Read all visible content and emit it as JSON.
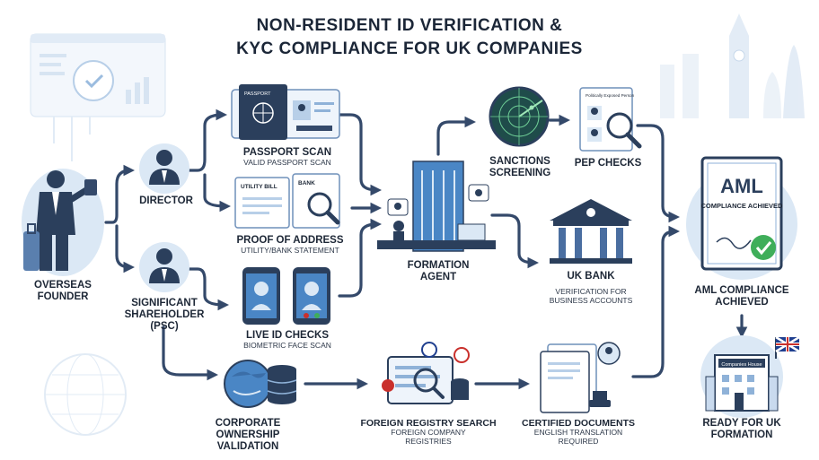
{
  "title": {
    "line1": "NON-RESIDENT ID VERIFICATION &",
    "line2": "KYC COMPLIANCE FOR UK COMPANIES"
  },
  "nodes": {
    "founder": {
      "title": "OVERSEAS FOUNDER"
    },
    "director": {
      "title": "DIRECTOR"
    },
    "psc": {
      "title": "SIGNIFICANT SHAREHOLDER (PSC)"
    },
    "passport": {
      "title": "PASSPORT SCAN",
      "subtitle": "VALID PASSPORT SCAN",
      "card_label": "PASSPORT"
    },
    "address": {
      "title": "PROOF OF ADDRESS",
      "subtitle": "UTILITY/BANK STATEMENT",
      "utility_label": "UTILITY BILL",
      "bank_label": "BANK"
    },
    "live_id": {
      "title": "LIVE ID CHECKS",
      "subtitle": "BIOMETRIC FACE SCAN"
    },
    "formation_agent": {
      "title": "FORMATION AGENT"
    },
    "sanctions": {
      "title": "SANCTIONS SCREENING"
    },
    "pep": {
      "title": "PEP CHECKS",
      "card_label": "Politically Exposed Person"
    },
    "uk_bank": {
      "title": "UK BANK",
      "subtitle": "VERIFICATION FOR BUSINESS ACCOUNTS"
    },
    "aml_cert": {
      "heading": "AML",
      "subheading": "COMPLIANCE ACHIEVED"
    },
    "aml_achieved": {
      "title": "AML COMPLIANCE ACHIEVED"
    },
    "ready": {
      "title": "READY FOR UK FORMATION",
      "building_sign": "Companies House"
    },
    "corporate": {
      "title": "CORPORATE OWNERSHIP VALIDATION"
    },
    "registry": {
      "title": "FOREIGN REGISTRY SEARCH",
      "subtitle": "FOREIGN COMPANY REGISTRIES"
    },
    "certified": {
      "title": "CERTIFIED DOCUMENTS",
      "subtitle": "ENGLISH TRANSLATION REQUIRED"
    }
  },
  "colors": {
    "navy": "#2b3f5c",
    "arrow": "#34496a",
    "light_blue": "#dbe8f5",
    "mid_blue": "#4a86c5",
    "green": "#3fae5a",
    "red": "#c9302c"
  }
}
